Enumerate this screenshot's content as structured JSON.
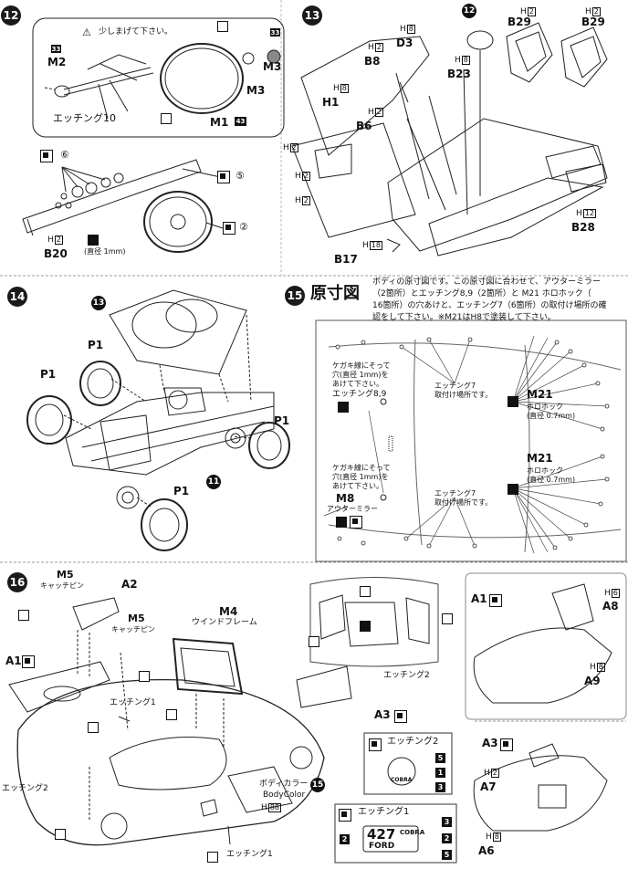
{
  "steps": {
    "s12": {
      "number": "12",
      "warn_text": "少しまげて下さい。",
      "m2": "M2",
      "m3": "M3",
      "m1": "M1",
      "etch10": "エッチング10",
      "b20": "B20",
      "badge33a": "33",
      "badge33b": "33",
      "badge43": "43",
      "circ6": "⑥",
      "circ5": "⑤",
      "circ2": "②",
      "hole_note": "(直径 1mm)",
      "h2": "2"
    },
    "s13": {
      "number": "13",
      "b29a": "B29",
      "b29b": "B29",
      "d3": "D3",
      "b8": "B8",
      "b23": "B23",
      "h1": "H1",
      "b6": "B6",
      "b28": "B28",
      "b17": "B17",
      "h8": "8",
      "h2": "2",
      "h12": "12",
      "h18": "18",
      "ref12": "12"
    },
    "s14": {
      "number": "14",
      "p1": "P1",
      "ref13": "13",
      "ref11": "11"
    },
    "s15": {
      "number": "15",
      "title": "原寸図",
      "para": [
        "ボディの原寸図です。この原寸図に合わせて、アウターミラー",
        "（2箇所）とエッチング8,9（2箇所）と M21 ホロホック（",
        "16箇所）の穴あけと、エッチング7（6箇所）の取付け場所の確",
        "認をして下さい。※M21はH8で塗装して下さい。"
      ],
      "kegaki_a": [
        "ケガキ線にそって",
        "穴(直径 1mm)を",
        "あけて下さい。"
      ],
      "etch89": "エッチング8,9",
      "etch7a": [
        "エッチング7",
        "取付け場所です。"
      ],
      "m21a": "M21",
      "holo_a": [
        "ホロホック",
        "(直径 0.7mm)"
      ],
      "m21b": "M21",
      "holo_b": [
        "ホロホック",
        "(直径 0.7mm)"
      ],
      "kegaki_b": [
        "ケガキ線にそって",
        "穴(直径 1mm)を",
        "あけて下さい。"
      ],
      "m8": "M8",
      "mirror": "アウターミラー",
      "etch7b": [
        "エッチング7",
        "取付け場所です。"
      ]
    },
    "s16": {
      "number": "16",
      "m5a": "M5",
      "catch_a": "キャッチピン",
      "a2": "A2",
      "m5b": "M5",
      "catch_b": "キャッチピン",
      "m4": "M4",
      "windframe": "ウインドフレーム",
      "a1": "A1",
      "etch1a": "エッチング1",
      "etch2a": "エッチング2",
      "a3": "A3",
      "etch2_left": "エッチング2",
      "body_color_jp": "ボディカラー",
      "body_color_en": "BodyColor",
      "h88": "88",
      "etch1b": "エッチング1",
      "ref15": "15",
      "etch2_box": "エッチング2",
      "emblem_cobra": "COBRA",
      "etch1_box": "エッチング1",
      "badge_427": "427",
      "badge_ford": "FORD",
      "badge_cobra": "COBRA",
      "side_a1": "A1",
      "side_a8": "A8",
      "side_a9": "A9",
      "side_h6": "6",
      "side_h8": "8",
      "side_a3": "A3",
      "side_a7": "A7",
      "side_a6": "A6",
      "side_h2": "2",
      "side_h8b": "8",
      "n5": "5",
      "n1": "1",
      "n3": "3",
      "n3b": "3",
      "n2a": "2",
      "n2b": "2",
      "n5b": "5"
    }
  }
}
